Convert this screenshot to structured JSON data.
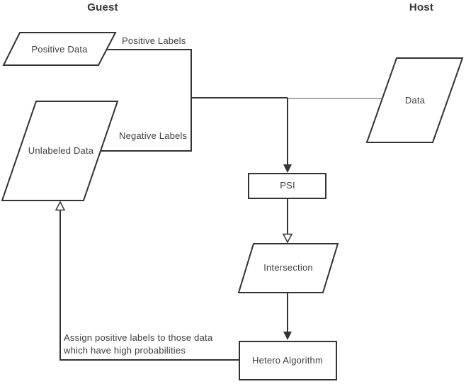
{
  "diagram": {
    "columns": {
      "guest_title": "Guest",
      "host_title": "Host"
    },
    "nodes": {
      "positive_data": {
        "label": "Positive Data",
        "shape": "parallelogram"
      },
      "unlabeled_data": {
        "label": "Unlabeled Data",
        "shape": "parallelogram"
      },
      "host_data": {
        "label": "Data",
        "shape": "parallelogram"
      },
      "psi": {
        "label": "PSI",
        "shape": "rectangle"
      },
      "intersection": {
        "label": "Intersection",
        "shape": "parallelogram"
      },
      "hetero_algorithm": {
        "label": "Hetero Algorithm",
        "shape": "rectangle"
      }
    },
    "edge_labels": {
      "positive_labels": "Positive Labels",
      "negative_labels": "Negative Labels",
      "feedback_annotation_line1": "Assign positive labels to those data",
      "feedback_annotation_line2": "which have high probabilities"
    },
    "colors": {
      "stroke": "#333333",
      "text": "#3d3d3d",
      "background": "#ffffff",
      "secondary_line": "#888888"
    }
  }
}
